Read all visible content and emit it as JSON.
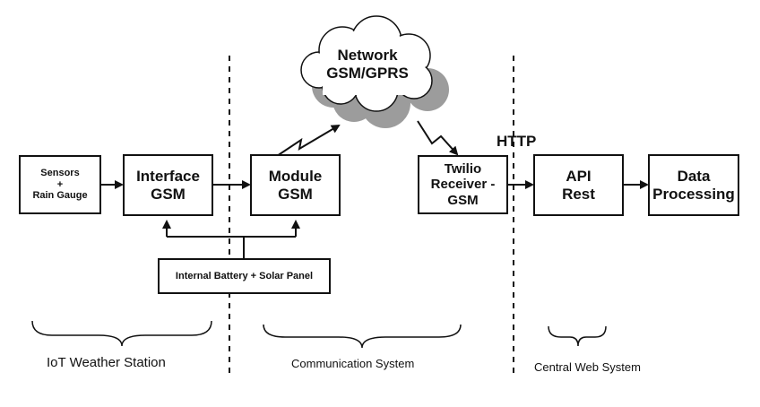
{
  "nodes": {
    "sensors": "Sensors\n+\nRain Gauge",
    "interface_gsm": "Interface\nGSM",
    "module_gsm": "Module\nGSM",
    "network": "Network\nGSM/GPRS",
    "twilio": "Twilio\nReceiver -\nGSM",
    "api_rest": "API\nRest",
    "data_processing": "Data\nProcessing",
    "power": "Internal Battery + Solar Panel"
  },
  "labels": {
    "http": "HTTP",
    "iot_station": "IoT Weather Station",
    "communication": "Communication System",
    "central_web": "Central Web System"
  }
}
